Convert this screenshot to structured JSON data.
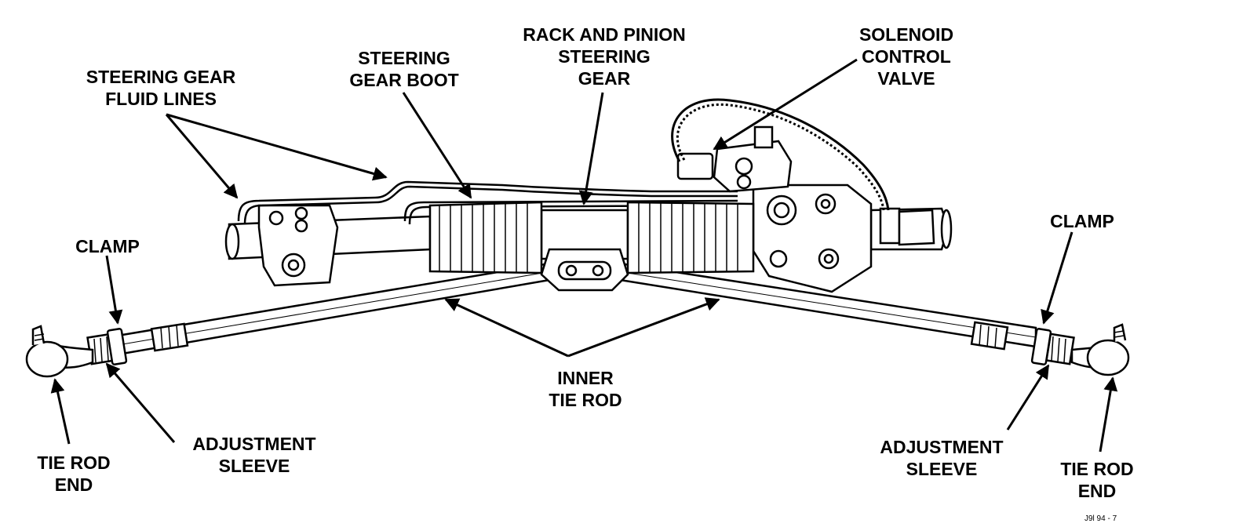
{
  "labels": {
    "fluid_lines": [
      "STEERING GEAR",
      "FLUID LINES"
    ],
    "gear_boot": [
      "STEERING",
      "GEAR BOOT"
    ],
    "rack_pinion": [
      "RACK AND PINION",
      "STEERING",
      "GEAR"
    ],
    "solenoid": [
      "SOLENOID",
      "CONTROL",
      "VALVE"
    ],
    "clamp_left": [
      "CLAMP"
    ],
    "clamp_right": [
      "CLAMP"
    ],
    "inner_tie_rod": [
      "INNER",
      "TIE ROD"
    ],
    "tie_rod_end_left": [
      "TIE ROD",
      "END"
    ],
    "adjustment_sleeve_left": [
      "ADJUSTMENT",
      "SLEEVE"
    ],
    "adjustment_sleeve_right": [
      "ADJUSTMENT",
      "SLEEVE"
    ],
    "tie_rod_end_right": [
      "TIE ROD",
      "END"
    ]
  },
  "figure_id": "J9l 94 - 7",
  "colors": {
    "ink": "#000000",
    "paper": "#ffffff",
    "shade": "#d9d9d9"
  }
}
